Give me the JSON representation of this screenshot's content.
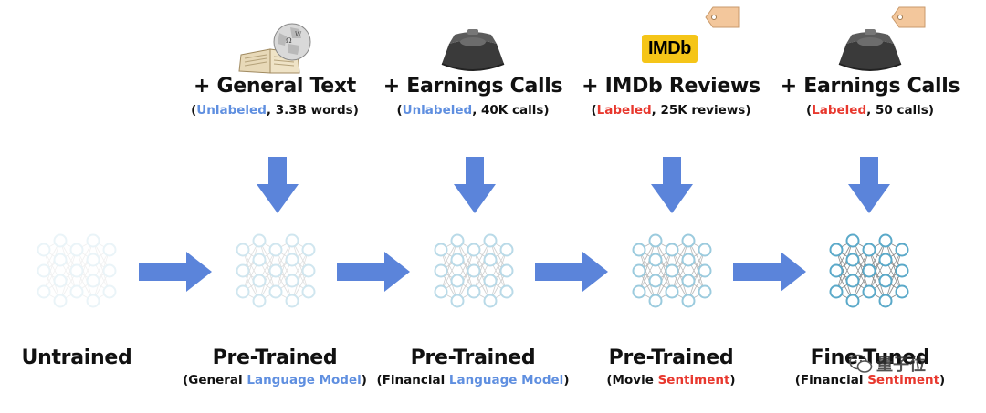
{
  "inputs": [
    {
      "title": "+ General Text",
      "kind": "Unlabeled",
      "kind_color": "blue",
      "detail": ", 3.3B words",
      "icon": "book-globe-icon"
    },
    {
      "title": "+ Earnings Calls",
      "kind": "Unlabeled",
      "kind_color": "blue",
      "detail": ", 40K calls",
      "icon": "conference-phone-icon"
    },
    {
      "title": "+ IMDb Reviews",
      "kind": "Labeled",
      "kind_color": "red",
      "detail": ", 25K reviews",
      "icon": "imdb-logo-icon",
      "logo_text": "IMDb"
    },
    {
      "title": "+ Earnings Calls",
      "kind": "Labeled",
      "kind_color": "red",
      "detail": ", 50 calls",
      "icon": "conference-phone-icon"
    }
  ],
  "stages": [
    {
      "title": "Untrained",
      "pre": "",
      "highlight": "",
      "post": "",
      "highlight_color": "",
      "opacity": 0.12
    },
    {
      "title": "Pre-Trained",
      "pre": "(General ",
      "highlight": "Language Model",
      "post": ")",
      "highlight_color": "blue",
      "opacity": 0.28
    },
    {
      "title": "Pre-Trained",
      "pre": "(Financial ",
      "highlight": "Language Model",
      "post": ")",
      "highlight_color": "blue",
      "opacity": 0.42
    },
    {
      "title": "Pre-Trained",
      "pre": "(Movie ",
      "highlight": "Sentiment",
      "post": ")",
      "highlight_color": "red",
      "opacity": 0.6
    },
    {
      "title": "Fine-Tuned",
      "pre": "(Financial ",
      "highlight": "Sentiment",
      "post": ")",
      "highlight_color": "red",
      "opacity": 1.0
    }
  ],
  "watermark": "量子位",
  "colors": {
    "arrow": "#5b84da",
    "blue": "#5f8fe0",
    "red": "#e8382e",
    "node": "#5aa9c9",
    "edge": "#8a8a8a",
    "tag": "#f3c79c"
  }
}
